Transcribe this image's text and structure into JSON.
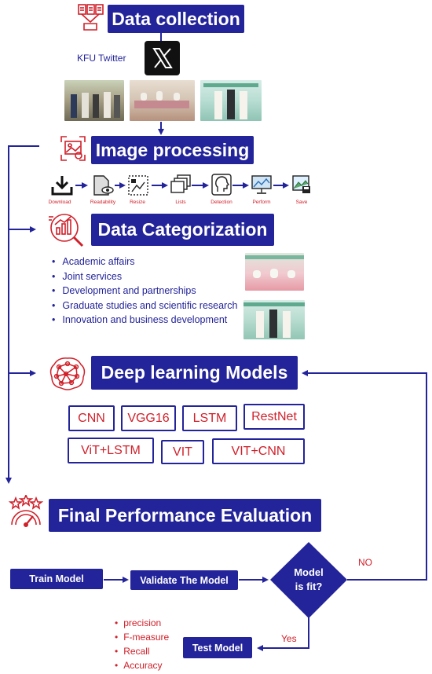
{
  "stages": {
    "data_collection": "Data collection",
    "image_processing": "Image processing",
    "data_categorization": "Data Categorization",
    "deep_learning": "Deep learning Models",
    "final_evaluation": "Final Performance Evaluation"
  },
  "source_label": "KFU Twitter",
  "processing_steps": [
    "Download",
    "Readability",
    "Resize",
    "Lists",
    "Detection",
    "Perform",
    "Save"
  ],
  "categories": [
    "Academic affairs",
    "Joint services",
    "Development and partnerships",
    "Graduate studies and scientific research",
    "Innovation and business development"
  ],
  "models": [
    "CNN",
    "VGG16",
    "LSTM",
    "RestNet",
    "ViT+LSTM",
    "VIT",
    "VIT+CNN"
  ],
  "flow": {
    "train": "Train Model",
    "validate": "Validate The Model",
    "decision_line1": "Model",
    "decision_line2": "is fit?",
    "no": "NO",
    "yes": "Yes",
    "test": "Test Model"
  },
  "metrics": [
    "precision",
    "F-measure",
    "Recall",
    "Accuracy"
  ],
  "colors": {
    "navy": "#23239a",
    "red": "#d0202a"
  }
}
